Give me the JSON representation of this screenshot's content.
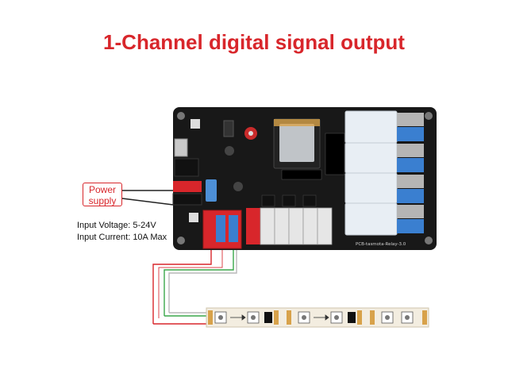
{
  "diagram": {
    "title": "1-Channel digital signal output",
    "power_label": "Power supply",
    "input_voltage": "Input Voltage: 5-24V",
    "input_current": "Input Current: 10A Max",
    "board_label": "PCB-tasmota-Relay-3.0",
    "colors": {
      "accent": "#d8262b",
      "board": "#181818",
      "relay": "#e8eef4",
      "relay_cap": "#3a7fd0",
      "wire_green": "#3aa74a",
      "wire_red": "#d8262b",
      "wire_gray": "#b8b8b8",
      "strip": "#f3ede0"
    }
  }
}
